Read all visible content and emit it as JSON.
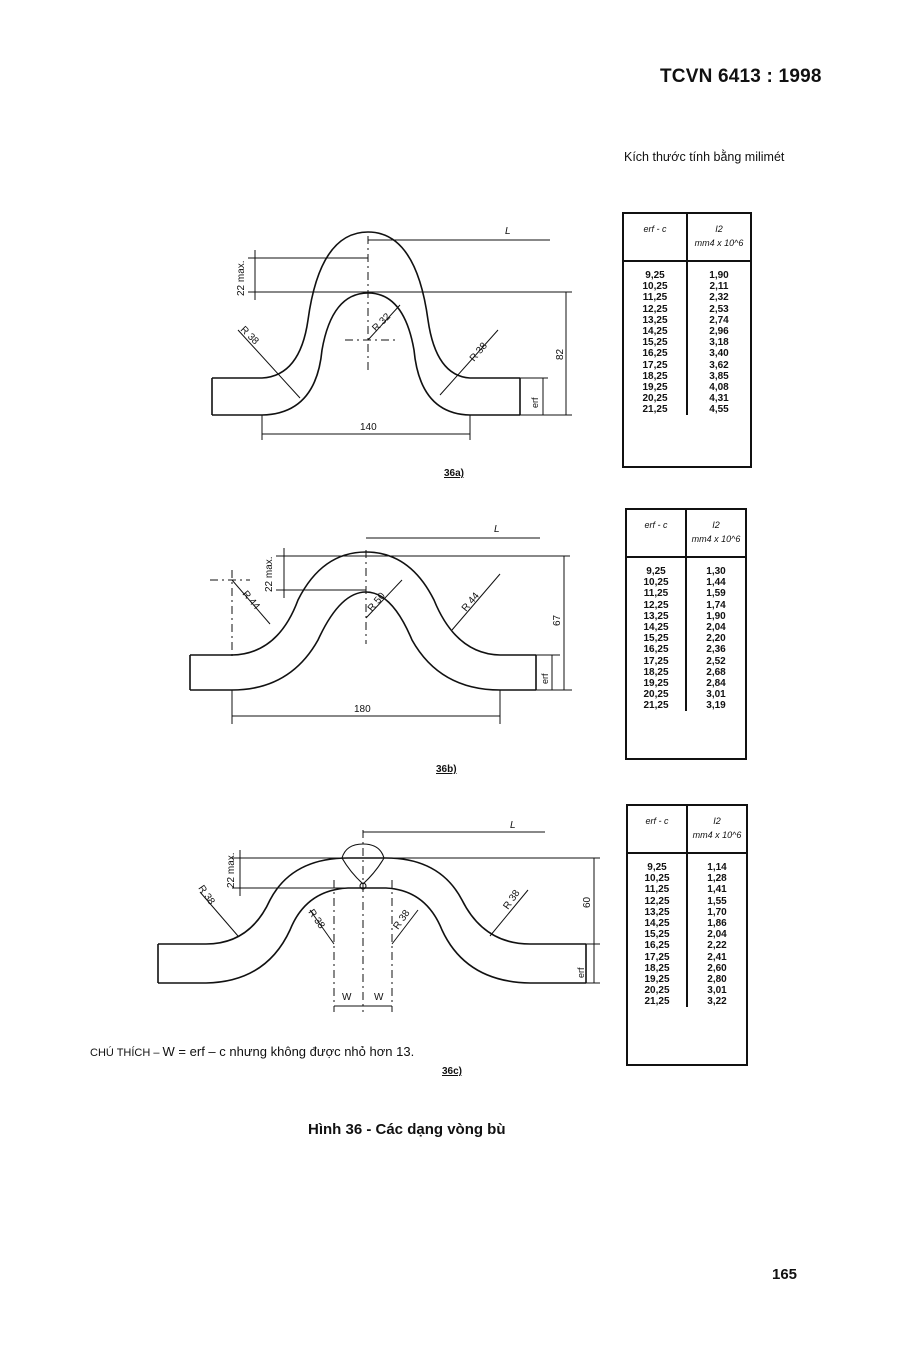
{
  "header": {
    "standard": "TCVN 6413 : 1998"
  },
  "units_note": "Kích thước tính bằng milimét",
  "figures": {
    "a": {
      "label": "36a)",
      "dims": {
        "L": "L",
        "max": "22 max.",
        "height": "82",
        "width": "140",
        "r_left": "R 38",
        "r_inner": "R 32",
        "r_right": "R 38",
        "thickness": "erf"
      }
    },
    "b": {
      "label": "36b)",
      "dims": {
        "L": "L",
        "max": "22 max.",
        "height": "67",
        "width": "180",
        "r_left": "R 44",
        "r_inner": "R 50",
        "r_right": "R 44",
        "thickness": "erf"
      }
    },
    "c": {
      "label": "36c)",
      "dims": {
        "L": "L",
        "max": "22 max.",
        "height": "60",
        "w1": "W",
        "w2": "W",
        "r_left": "R 38",
        "r_in1": "R 38",
        "r_in2": "R 38",
        "r_right": "R 38",
        "thickness": "erf"
      }
    }
  },
  "tables": {
    "a": {
      "col1_header": "erf - c",
      "col2_header_1": "I2",
      "col2_header_2": "mm4 x 10^6",
      "col1": [
        "9,25",
        "10,25",
        "11,25",
        "12,25",
        "13,25",
        "14,25",
        "15,25",
        "16,25",
        "17,25",
        "18,25",
        "19,25",
        "20,25",
        "21,25"
      ],
      "col2": [
        "1,90",
        "2,11",
        "2,32",
        "2,53",
        "2,74",
        "2,96",
        "3,18",
        "3,40",
        "3,62",
        "3,85",
        "4,08",
        "4,31",
        "4,55"
      ]
    },
    "b": {
      "col1_header": "erf - c",
      "col2_header_1": "I2",
      "col2_header_2": "mm4 x 10^6",
      "col1": [
        "9,25",
        "10,25",
        "11,25",
        "12,25",
        "13,25",
        "14,25",
        "15,25",
        "16,25",
        "17,25",
        "18,25",
        "19,25",
        "20,25",
        "21,25"
      ],
      "col2": [
        "1,30",
        "1,44",
        "1,59",
        "1,74",
        "1,90",
        "2,04",
        "2,20",
        "2,36",
        "2,52",
        "2,68",
        "2,84",
        "3,01",
        "3,19"
      ]
    },
    "c": {
      "col1_header": "erf - c",
      "col2_header_1": "I2",
      "col2_header_2": "mm4 x 10^6",
      "col1": [
        "9,25",
        "10,25",
        "11,25",
        "12,25",
        "13,25",
        "14,25",
        "15,25",
        "16,25",
        "17,25",
        "18,25",
        "19,25",
        "20,25",
        "21,25"
      ],
      "col2": [
        "1,14",
        "1,28",
        "1,41",
        "1,55",
        "1,70",
        "1,86",
        "2,04",
        "2,22",
        "2,41",
        "2,60",
        "2,80",
        "3,01",
        "3,22"
      ]
    }
  },
  "note": {
    "prefix": "CHÚ THÍCH –",
    "text": "W = erf – c nhưng không được nhỏ hơn 13."
  },
  "caption": "Hình 36 - Các dạng vòng bù",
  "page_number": "165"
}
